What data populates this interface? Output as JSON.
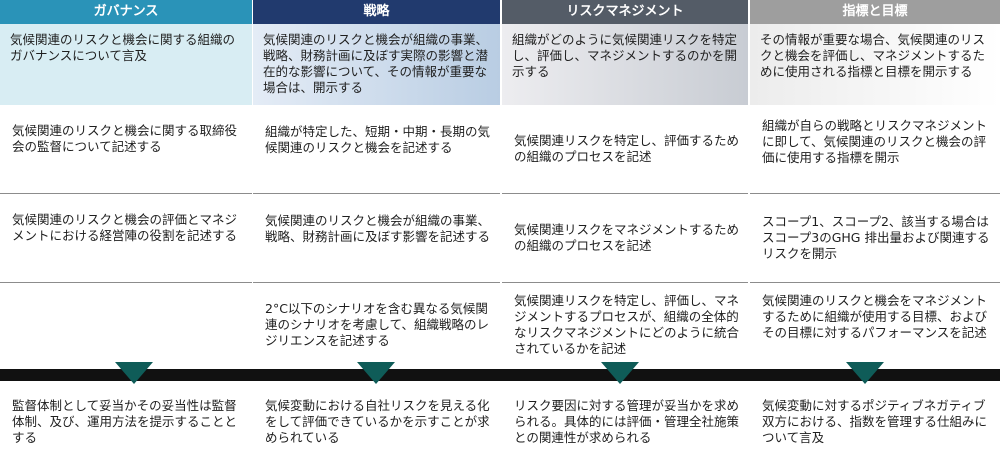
{
  "columns": [
    {
      "header": "ガバナンス",
      "summary": "気候関連のリスクと機会に関する組織のガバナンスについて言及",
      "rows": [
        "気候関連のリスクと機会に関する取締役会の監督について記述する",
        "気候関連のリスクと機会の評価とマネジメントにおける経営陣の役割を記述する",
        ""
      ],
      "note": "監督体制として妥当かその妥当性は監督体制、及び、運用方法を提示することとする"
    },
    {
      "header": "戦略",
      "summary": "気候関連のリスクと機会が組織の事業、戦略、財務計画に及ぼす実際の影響と潜在的な影響について、その情報が重要な場合は、開示する",
      "rows": [
        "組織が特定した、短期・中期・長期の気候関連のリスクと機会を記述する",
        "気候関連のリスクと機会が組織の事業、戦略、財務計画に及ぼす影響を記述する",
        "2°C以下のシナリオを含む異なる気候関連のシナリオを考慮して、組織戦略のレジリエンスを記述する"
      ],
      "note": "気候変動における自社リスクを見える化をして評価できているかを示すことが求められている"
    },
    {
      "header": "リスクマネジメント",
      "summary": "組織がどのように気候関連リスクを特定し、評価し、マネジメントするのかを開示する",
      "rows": [
        "気候関連リスクを特定し、評価するための組織のプロセスを記述",
        "気候関連リスクをマネジメントするための組織のプロセスを記述",
        "気候関連リスクを特定し、評価し、マネジメントするプロセスが、組織の全体的なリスクマネジメントにどのように統合されているかを記述"
      ],
      "note": "リスク要因に対する管理が妥当かを求められる。具体的には評価・管理全社施策との関連性が求められる"
    },
    {
      "header": "指標と目標",
      "summary": "その情報が重要な場合、気候関連のリスクと機会を評価し、マネジメントするために使用される指標と目標を開示する",
      "rows": [
        "組織が自らの戦略とリスクマネジメントに即して、気候関連のリスクと機会の評価に使用する指標を開示",
        "スコープ1、スコープ2、該当する場合はスコープ3のGHG 排出量および関連するリスクを開示",
        "気候関連のリスクと機会をマネジメントするために組織が使用する目標、およびその目標に対するパフォーマンスを記述"
      ],
      "note": "気候変動に対するポジティブネガティブ双方における、指数を管理する仕組みについて言及"
    }
  ]
}
